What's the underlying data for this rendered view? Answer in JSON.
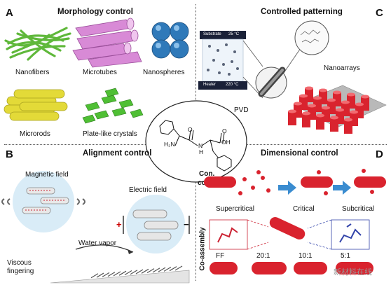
{
  "panels": {
    "a": {
      "letter": "A",
      "title": "Morphology control",
      "labels": {
        "nanofibers": "Nanofibers",
        "microtubes": "Microtubes",
        "nanospheres": "Nanospheres",
        "microrods": "Microrods",
        "plates": "Plate-like crystals"
      }
    },
    "b": {
      "letter": "B",
      "title": "Alignment control",
      "labels": {
        "magnetic": "Magnetic field",
        "electric": "Electric field",
        "vapor": "Water vapor",
        "viscous": "Viscous\nfingering",
        "plus": "+",
        "minus": "−"
      }
    },
    "c": {
      "letter": "C",
      "title": "Controlled patterning",
      "labels": {
        "pvd": "PVD",
        "nanoarrays": "Nanoarrays",
        "substrate": "Substrate",
        "heater": "Heater",
        "temp_top": "25 °C",
        "temp_bottom": "220 °C"
      }
    },
    "d": {
      "letter": "D",
      "title": "Dimensional control",
      "labels": {
        "con": "Con.",
        "control": "control",
        "supercritical": "Supercritical",
        "critical": "Critical",
        "subcritical": "Subcritical",
        "coassembly": "Co-assembly",
        "ff": "FF",
        "r20": "20:1",
        "r10": "10:1",
        "r5": "5:1"
      }
    }
  },
  "molecule": {
    "h2n": "H₂N",
    "nh": "N",
    "h": "H",
    "oh": "OH",
    "o1": "O",
    "o2": "O"
  },
  "watermark": "新材料在线",
  "colors": {
    "fiber": "#5fb83a",
    "tube": "#d88ad6",
    "sphere": "#2f79b9",
    "rod": "#e3da38",
    "plate": "#4fbf34",
    "nano": "#d9232e",
    "bg_circle": "#d9ecf7"
  }
}
